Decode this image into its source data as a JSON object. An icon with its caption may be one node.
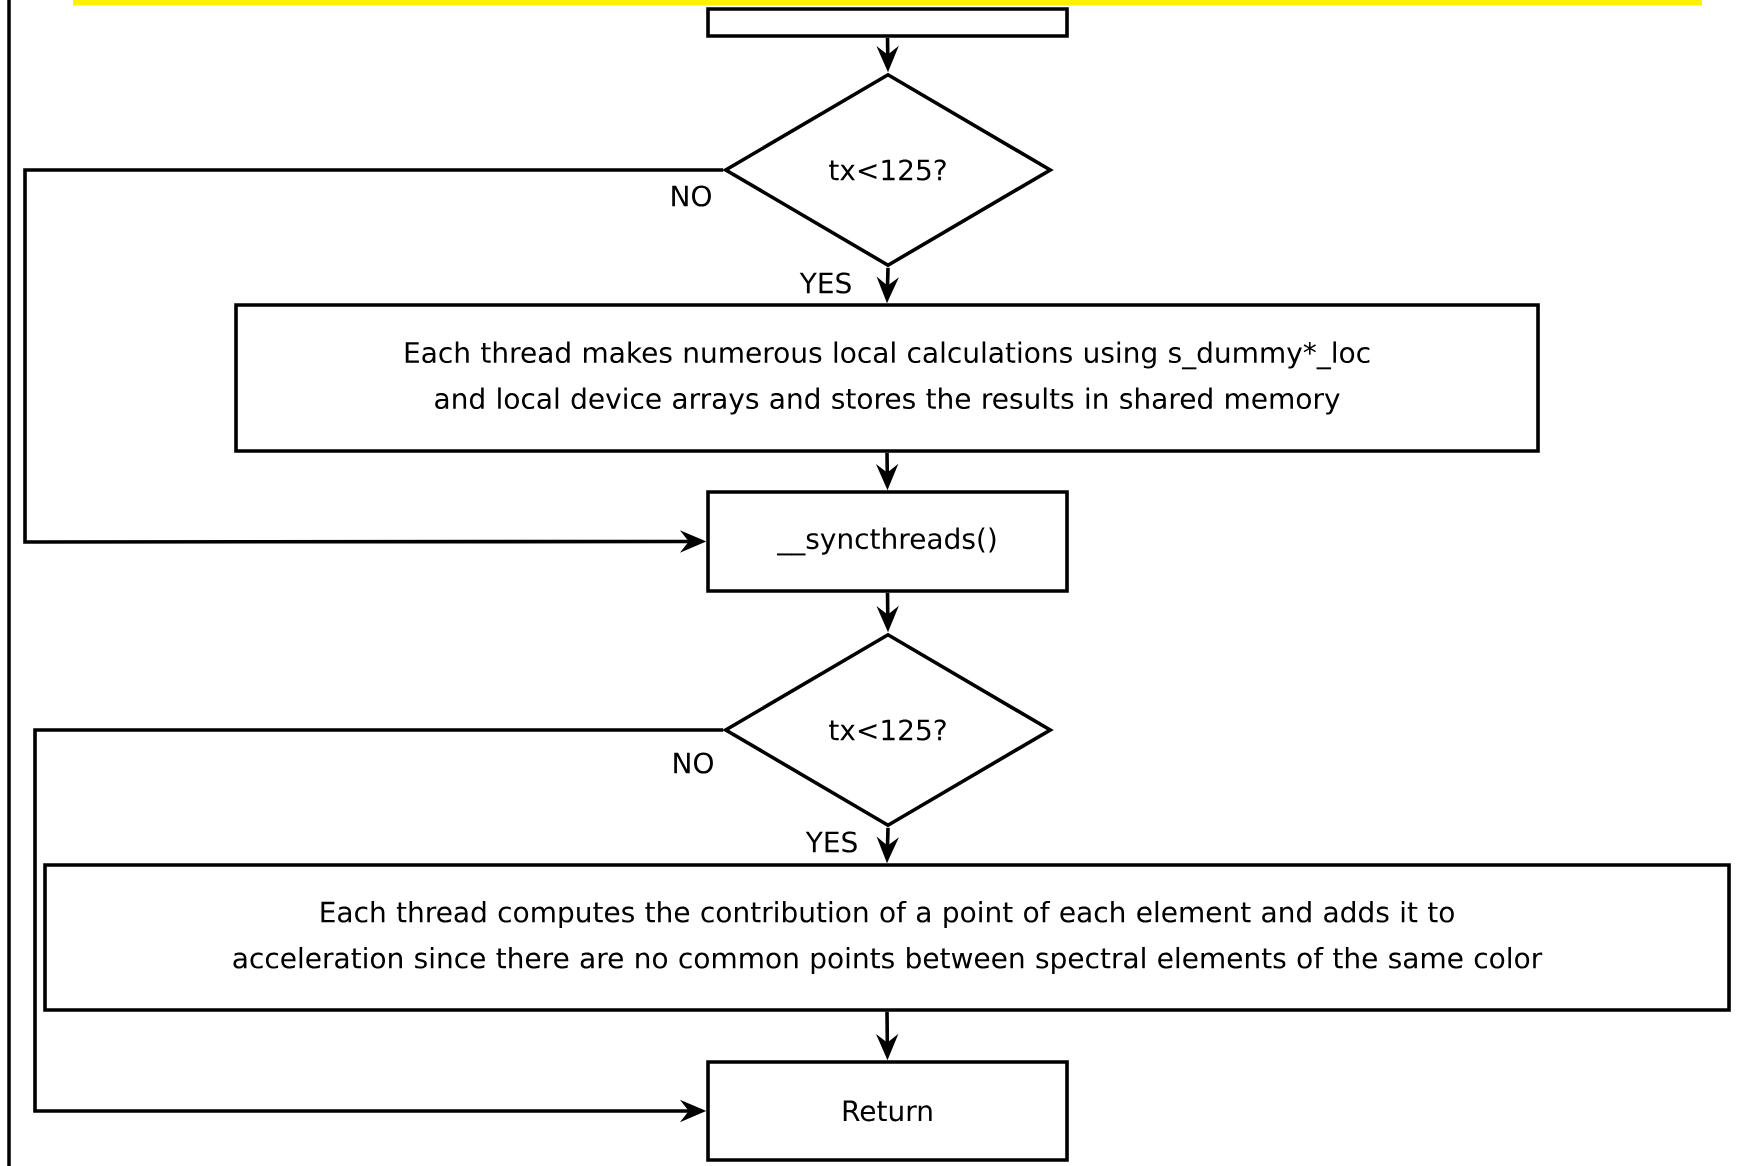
{
  "diagram": {
    "nodes": [
      {
        "text": [],
        "shape": "box"
      },
      {
        "text": [
          "tx<125?"
        ]
      },
      {
        "text": [
          "Each thread makes numerous local calculations using s_dummy*_loc and local device arrays and stores the results in shared memory"
        ]
      },
      {
        "text": [
          "__syncthreads()"
        ]
      },
      {
        "text": [
          "tx<125?"
        ]
      },
      {
        "text": [
          "Each thread computes the contribution of a point of each element and adds it to acceleration since there are no common points between spectral elements of the same color"
        ]
      },
      {
        "text": [
          "Return"
        ]
      }
    ],
    "edges": [
      {
        "from": 0,
        "to": 1,
        "arrow": "to"
      },
      {
        "from": 1,
        "to": 2,
        "arrow": "to",
        "label": "YES"
      },
      {
        "from": 1,
        "to": 3,
        "arrow": "to",
        "label": "NO"
      },
      {
        "from": 2,
        "to": 3,
        "arrow": "to"
      },
      {
        "from": 3,
        "to": 4,
        "arrow": "to"
      },
      {
        "from": 4,
        "to": 5,
        "arrow": "to",
        "label": "YES"
      },
      {
        "from": 4,
        "to": 6,
        "arrow": "to",
        "label": "NO"
      },
      {
        "from": 5,
        "to": 6,
        "arrow": "to"
      }
    ]
  }
}
